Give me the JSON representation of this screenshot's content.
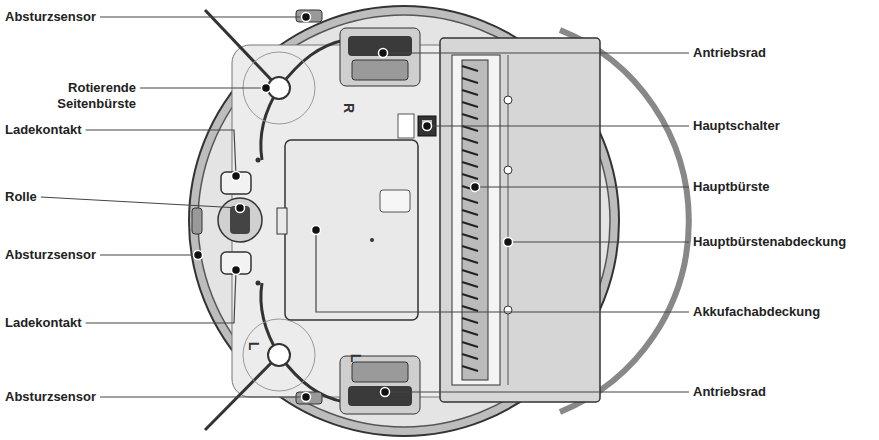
{
  "diagram": {
    "labels": [
      "Absturzsensor",
      "Rotierende Seitenbürste",
      "Ladekontakt",
      "Rolle",
      "Absturzsensor",
      "Ladekontakt",
      "Absturzsensor",
      "Antriebsrad",
      "Hauptschalter",
      "Hauptbürste",
      "Hauptbürstenabdeckung",
      "Akkufachabdeckung",
      "Antriebsrad",
      "R",
      "L",
      "L"
    ]
  }
}
